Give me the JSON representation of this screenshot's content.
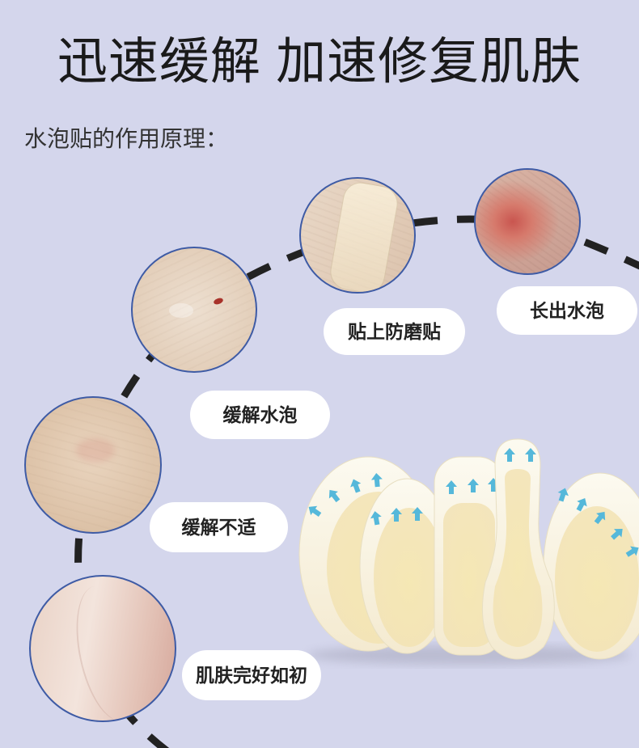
{
  "title": "迅速缓解 加速修复肌肤",
  "subtitle": "水泡贴的作用原理：",
  "steps": [
    {
      "label": "长出水泡",
      "photo": "blister-skin-photo"
    },
    {
      "label": "贴上防磨贴",
      "photo": "patch-applied-photo"
    },
    {
      "label": "缓解水泡",
      "photo": "blister-relieved-photo"
    },
    {
      "label": "缓解不适",
      "photo": "discomfort-relieved-photo"
    },
    {
      "label": "肌肤完好如初",
      "photo": "healed-skin-photo"
    }
  ],
  "product": {
    "icon": "blister-patch-set",
    "arrow_icon": "arrow-up-icon"
  },
  "colors": {
    "background": "#d4d6ec",
    "path": "#222222",
    "circle_border": "#3e5ba5",
    "label_bg": "#ffffff",
    "arrow": "#55b8da"
  }
}
